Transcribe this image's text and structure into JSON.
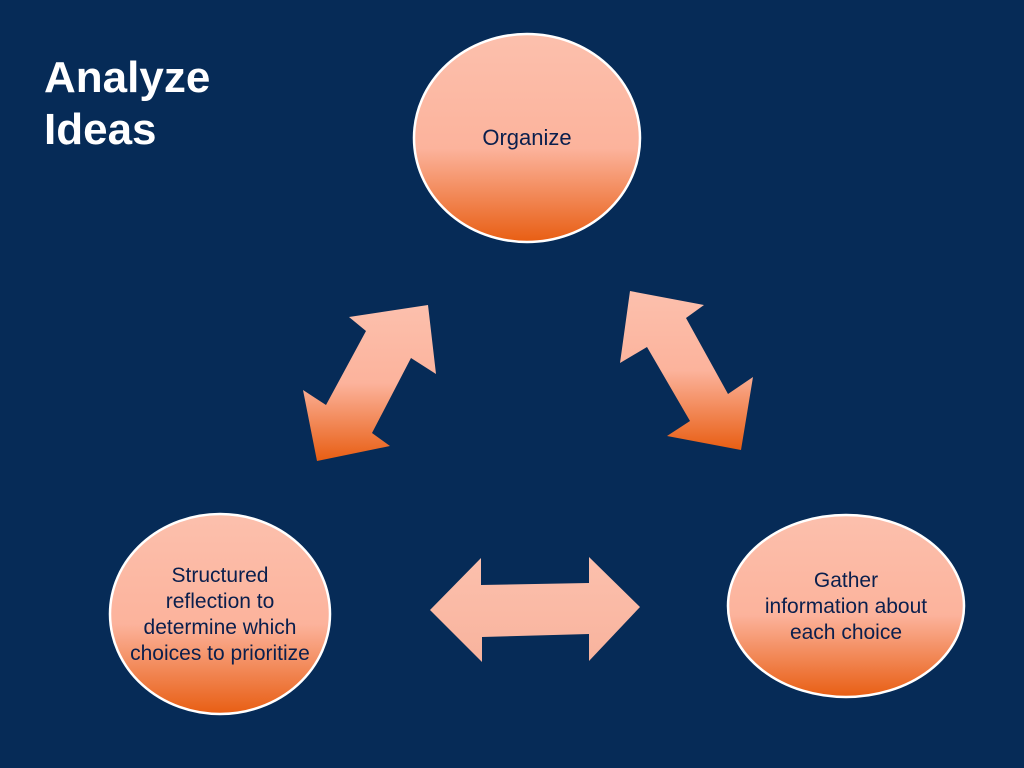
{
  "title": {
    "line1": "Analyze",
    "line2": "Ideas"
  },
  "nodes": {
    "organize": "Organize",
    "reflection": "Structured reflection to determine which choices to prioritize",
    "gather": "Gather information about each choice"
  },
  "colors": {
    "background": "#062b57",
    "shape_light": "#fcc0ad",
    "shape_dark": "#e85e13",
    "text_dark": "#0a1f4d",
    "title_text": "#ffffff"
  },
  "icons": {
    "arrow_left_diagonal": "double-headed-arrow",
    "arrow_right_diagonal": "double-headed-arrow",
    "arrow_horizontal": "double-headed-arrow"
  }
}
